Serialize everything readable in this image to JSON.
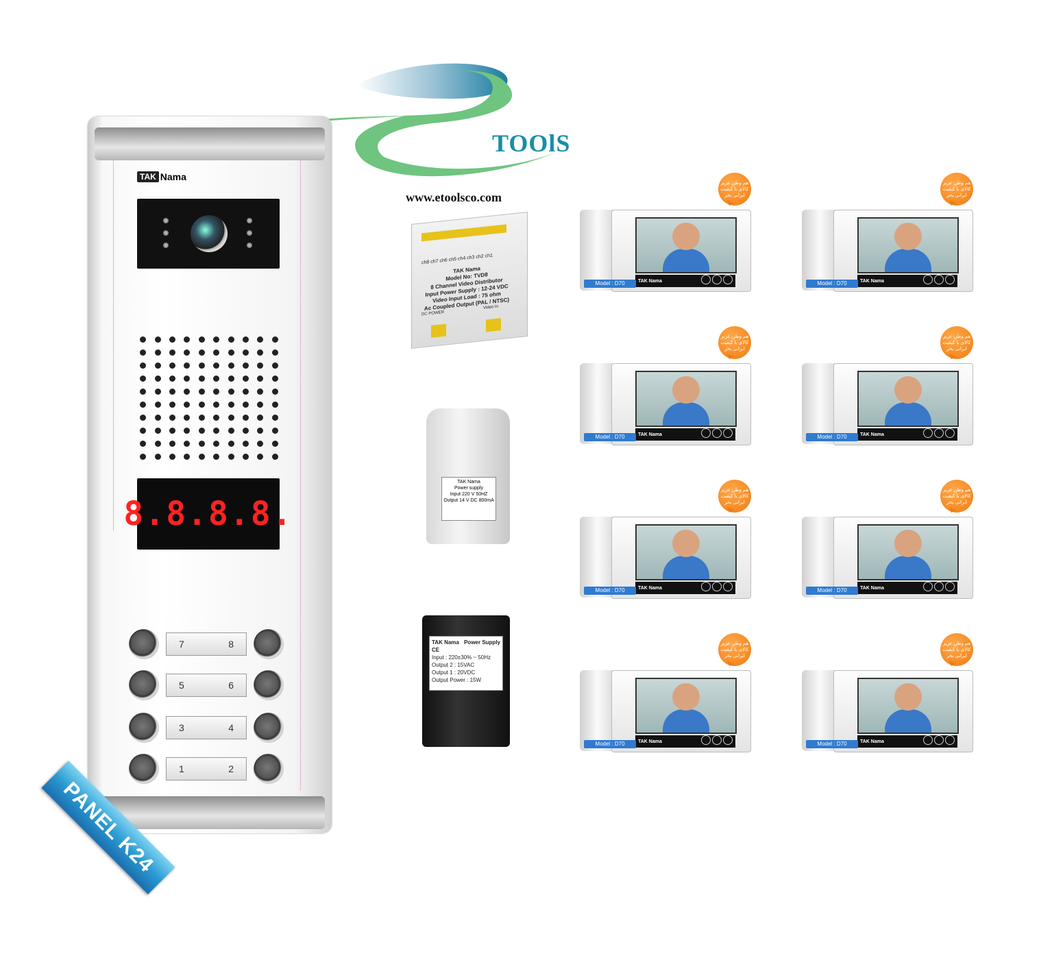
{
  "logo": {
    "text": "TOOlS",
    "url": "www.etoolsco.com",
    "colors": {
      "blue": "#1a8ea6",
      "green": "#6fc47f"
    }
  },
  "panel": {
    "brand_box": "TAK",
    "brand_name": "Nama",
    "display": "8.8.8.8.",
    "buttons": [
      [
        "7",
        "8"
      ],
      [
        "5",
        "6"
      ],
      [
        "3",
        "4"
      ],
      [
        "1",
        "2"
      ]
    ],
    "ribbon": "PANEL K24"
  },
  "distributor": {
    "channels": "ch8 ch7 ch6 ch5 ch4 ch3 ch2 ch1",
    "brand": "TAK Nama",
    "model": "Model No: TVD8",
    "line1": "8 Channel Video Distributor",
    "line2": "Input Power Supply : 12-24 VDC",
    "line3": "Video Input Load : 75 ohm",
    "line4": "Ac Coupled Output (PAL / NTSC)",
    "dc": "DC POWER",
    "video_in": "Video In"
  },
  "adapter1": {
    "brand": "TAK Nama",
    "title": "Power supply",
    "line1": "Input 220 V  50HZ",
    "line2": "Output 14 V DC 800mA"
  },
  "adapter2": {
    "brand": "TAK Nama",
    "title": "Power Supply",
    "ce": "CE",
    "input": "Input : 220±30% ~ 50Hz",
    "out2": "Output 2 : 15VAC",
    "out1": "Output 1 : 20VDC",
    "power": "Output Power : 15W"
  },
  "monitors": {
    "brand": "TAK Nama",
    "model": "Model : D70",
    "bubble1": "هم وطن عزیز",
    "bubble2": "کالای با کیفیت",
    "bubble3": "ایرانی بخر"
  }
}
